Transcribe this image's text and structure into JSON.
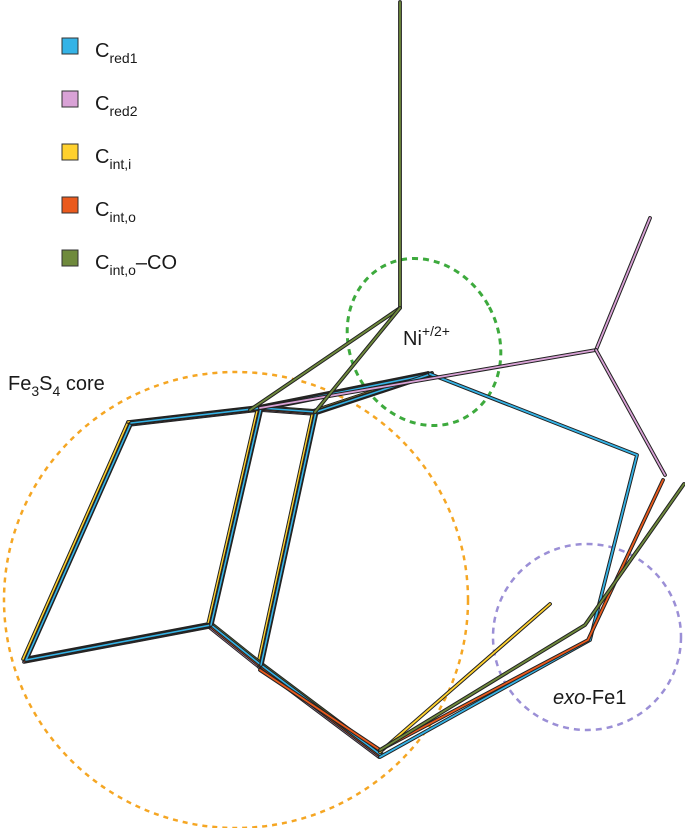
{
  "legend": {
    "items": [
      {
        "id": "cred1",
        "base": "C",
        "sub": "red1",
        "suffix": "",
        "color": "#35b3e6"
      },
      {
        "id": "cred2",
        "base": "C",
        "sub": "red2",
        "suffix": "",
        "color": "#d9a2d6"
      },
      {
        "id": "cinti",
        "base": "C",
        "sub": "int,i",
        "suffix": "",
        "color": "#ffd12e"
      },
      {
        "id": "cinto",
        "base": "C",
        "sub": "int,o",
        "suffix": "",
        "color": "#ea5a1d"
      },
      {
        "id": "cintoco",
        "base": "C",
        "sub": "int,o",
        "suffix": "–CO",
        "color": "#6f8a3c"
      }
    ]
  },
  "regions": {
    "fe3s4": {
      "text": "Fe",
      "sub1": "3",
      "mid": "S",
      "sub2": "4",
      "tail": " core",
      "color": "#f5a623"
    },
    "ni": {
      "text": "Ni",
      "sup": "+/2+",
      "color": "#3daa3d"
    },
    "exofe": {
      "italic": "exo",
      "text": "-Fe1",
      "color": "#9b8fd6"
    }
  }
}
